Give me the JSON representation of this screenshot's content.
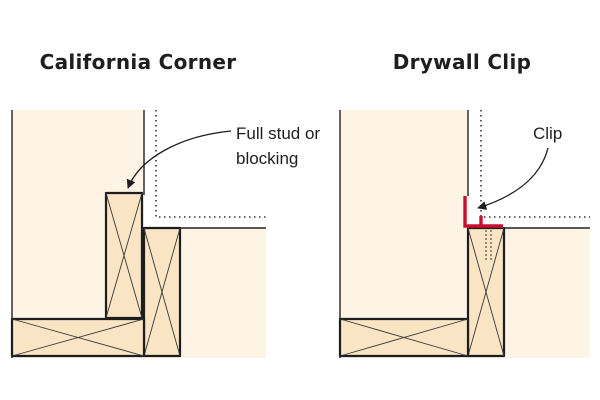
{
  "panels": [
    {
      "title": "California Corner",
      "callout": [
        "Full stud or",
        "blocking"
      ]
    },
    {
      "title": "Drywall Clip",
      "callout": [
        "Clip"
      ]
    }
  ],
  "colors": {
    "lumber": "#f9e4c4",
    "wall": "#fdf4e5",
    "clip": "#c8102e",
    "line": "#1d1d1d"
  }
}
